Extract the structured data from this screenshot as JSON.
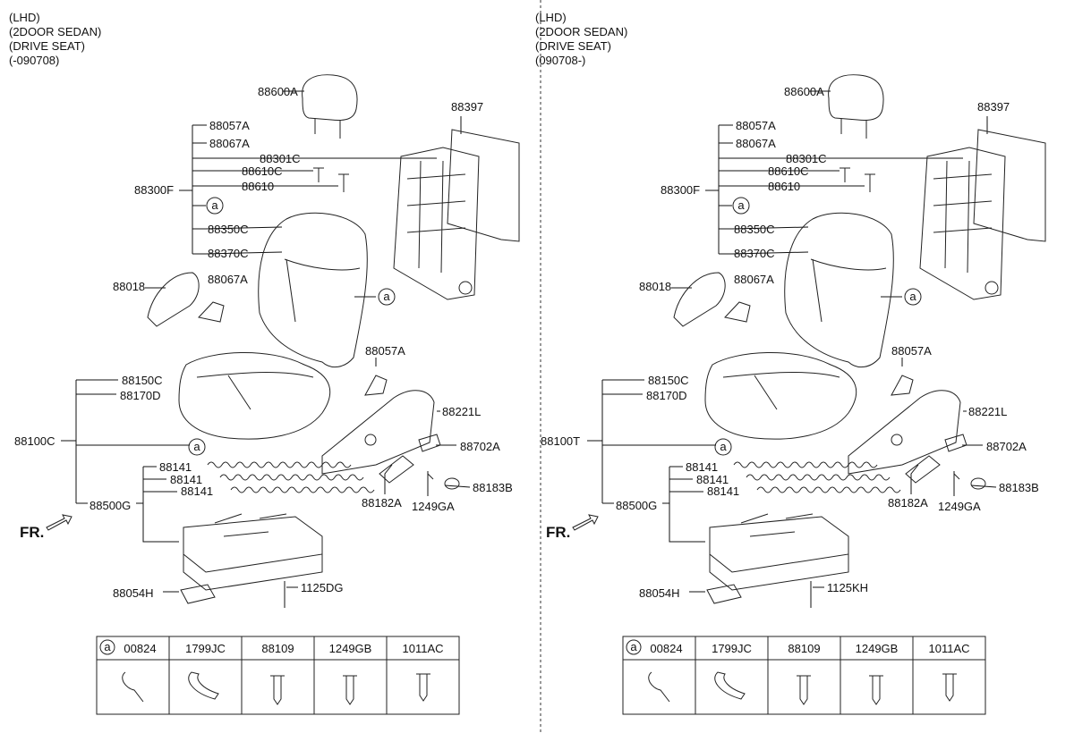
{
  "panels": [
    {
      "header": [
        "(LHD)",
        "(2DOOR SEDAN)",
        "(DRIVE SEAT)",
        "(-090708)"
      ],
      "labels": {
        "headrest": "88600A",
        "back_frame": "88397",
        "g1": "88057A",
        "g2": "88067A",
        "g3": "88301C",
        "g4": "88610C",
        "g5": "88610",
        "back_assy": "88300F",
        "g7": "88350C",
        "g8": "88370C",
        "side_cover": "88018",
        "bracket": "88067A",
        "bracket2": "88057A",
        "cush1": "88150C",
        "cush2": "88170D",
        "cushion_assy": "88100C",
        "shield": "88221L",
        "knob": "88702A",
        "spring1": "88141",
        "spring2": "88141",
        "spring3": "88141",
        "track_assy": "88500G",
        "lever": "88182A",
        "screw": "1249GA",
        "cap": "88183B",
        "switch": "88054H",
        "bolt": "1125DG"
      },
      "fr": "FR.",
      "ref_letter": "a",
      "table": {
        "codes": [
          "00824",
          "1799JC",
          "88109",
          "1249GB",
          "1011AC"
        ]
      }
    },
    {
      "header": [
        "(LHD)",
        "(2DOOR SEDAN)",
        "(DRIVE SEAT)",
        "(090708-)"
      ],
      "labels": {
        "headrest": "88600A",
        "back_frame": "88397",
        "g1": "88057A",
        "g2": "88067A",
        "g3": "88301C",
        "g4": "88610C",
        "g5": "88610",
        "back_assy": "88300F",
        "g7": "88350C",
        "g8": "88370C",
        "side_cover": "88018",
        "bracket": "88067A",
        "bracket2": "88057A",
        "cush1": "88150C",
        "cush2": "88170D",
        "cushion_assy": "88100T",
        "shield": "88221L",
        "knob": "88702A",
        "spring1": "88141",
        "spring2": "88141",
        "spring3": "88141",
        "track_assy": "88500G",
        "lever": "88182A",
        "screw": "1249GA",
        "cap": "88183B",
        "switch": "88054H",
        "bolt": "1125KH"
      },
      "fr": "FR.",
      "ref_letter": "a",
      "table": {
        "codes": [
          "00824",
          "1799JC",
          "88109",
          "1249GB",
          "1011AC"
        ]
      }
    }
  ]
}
